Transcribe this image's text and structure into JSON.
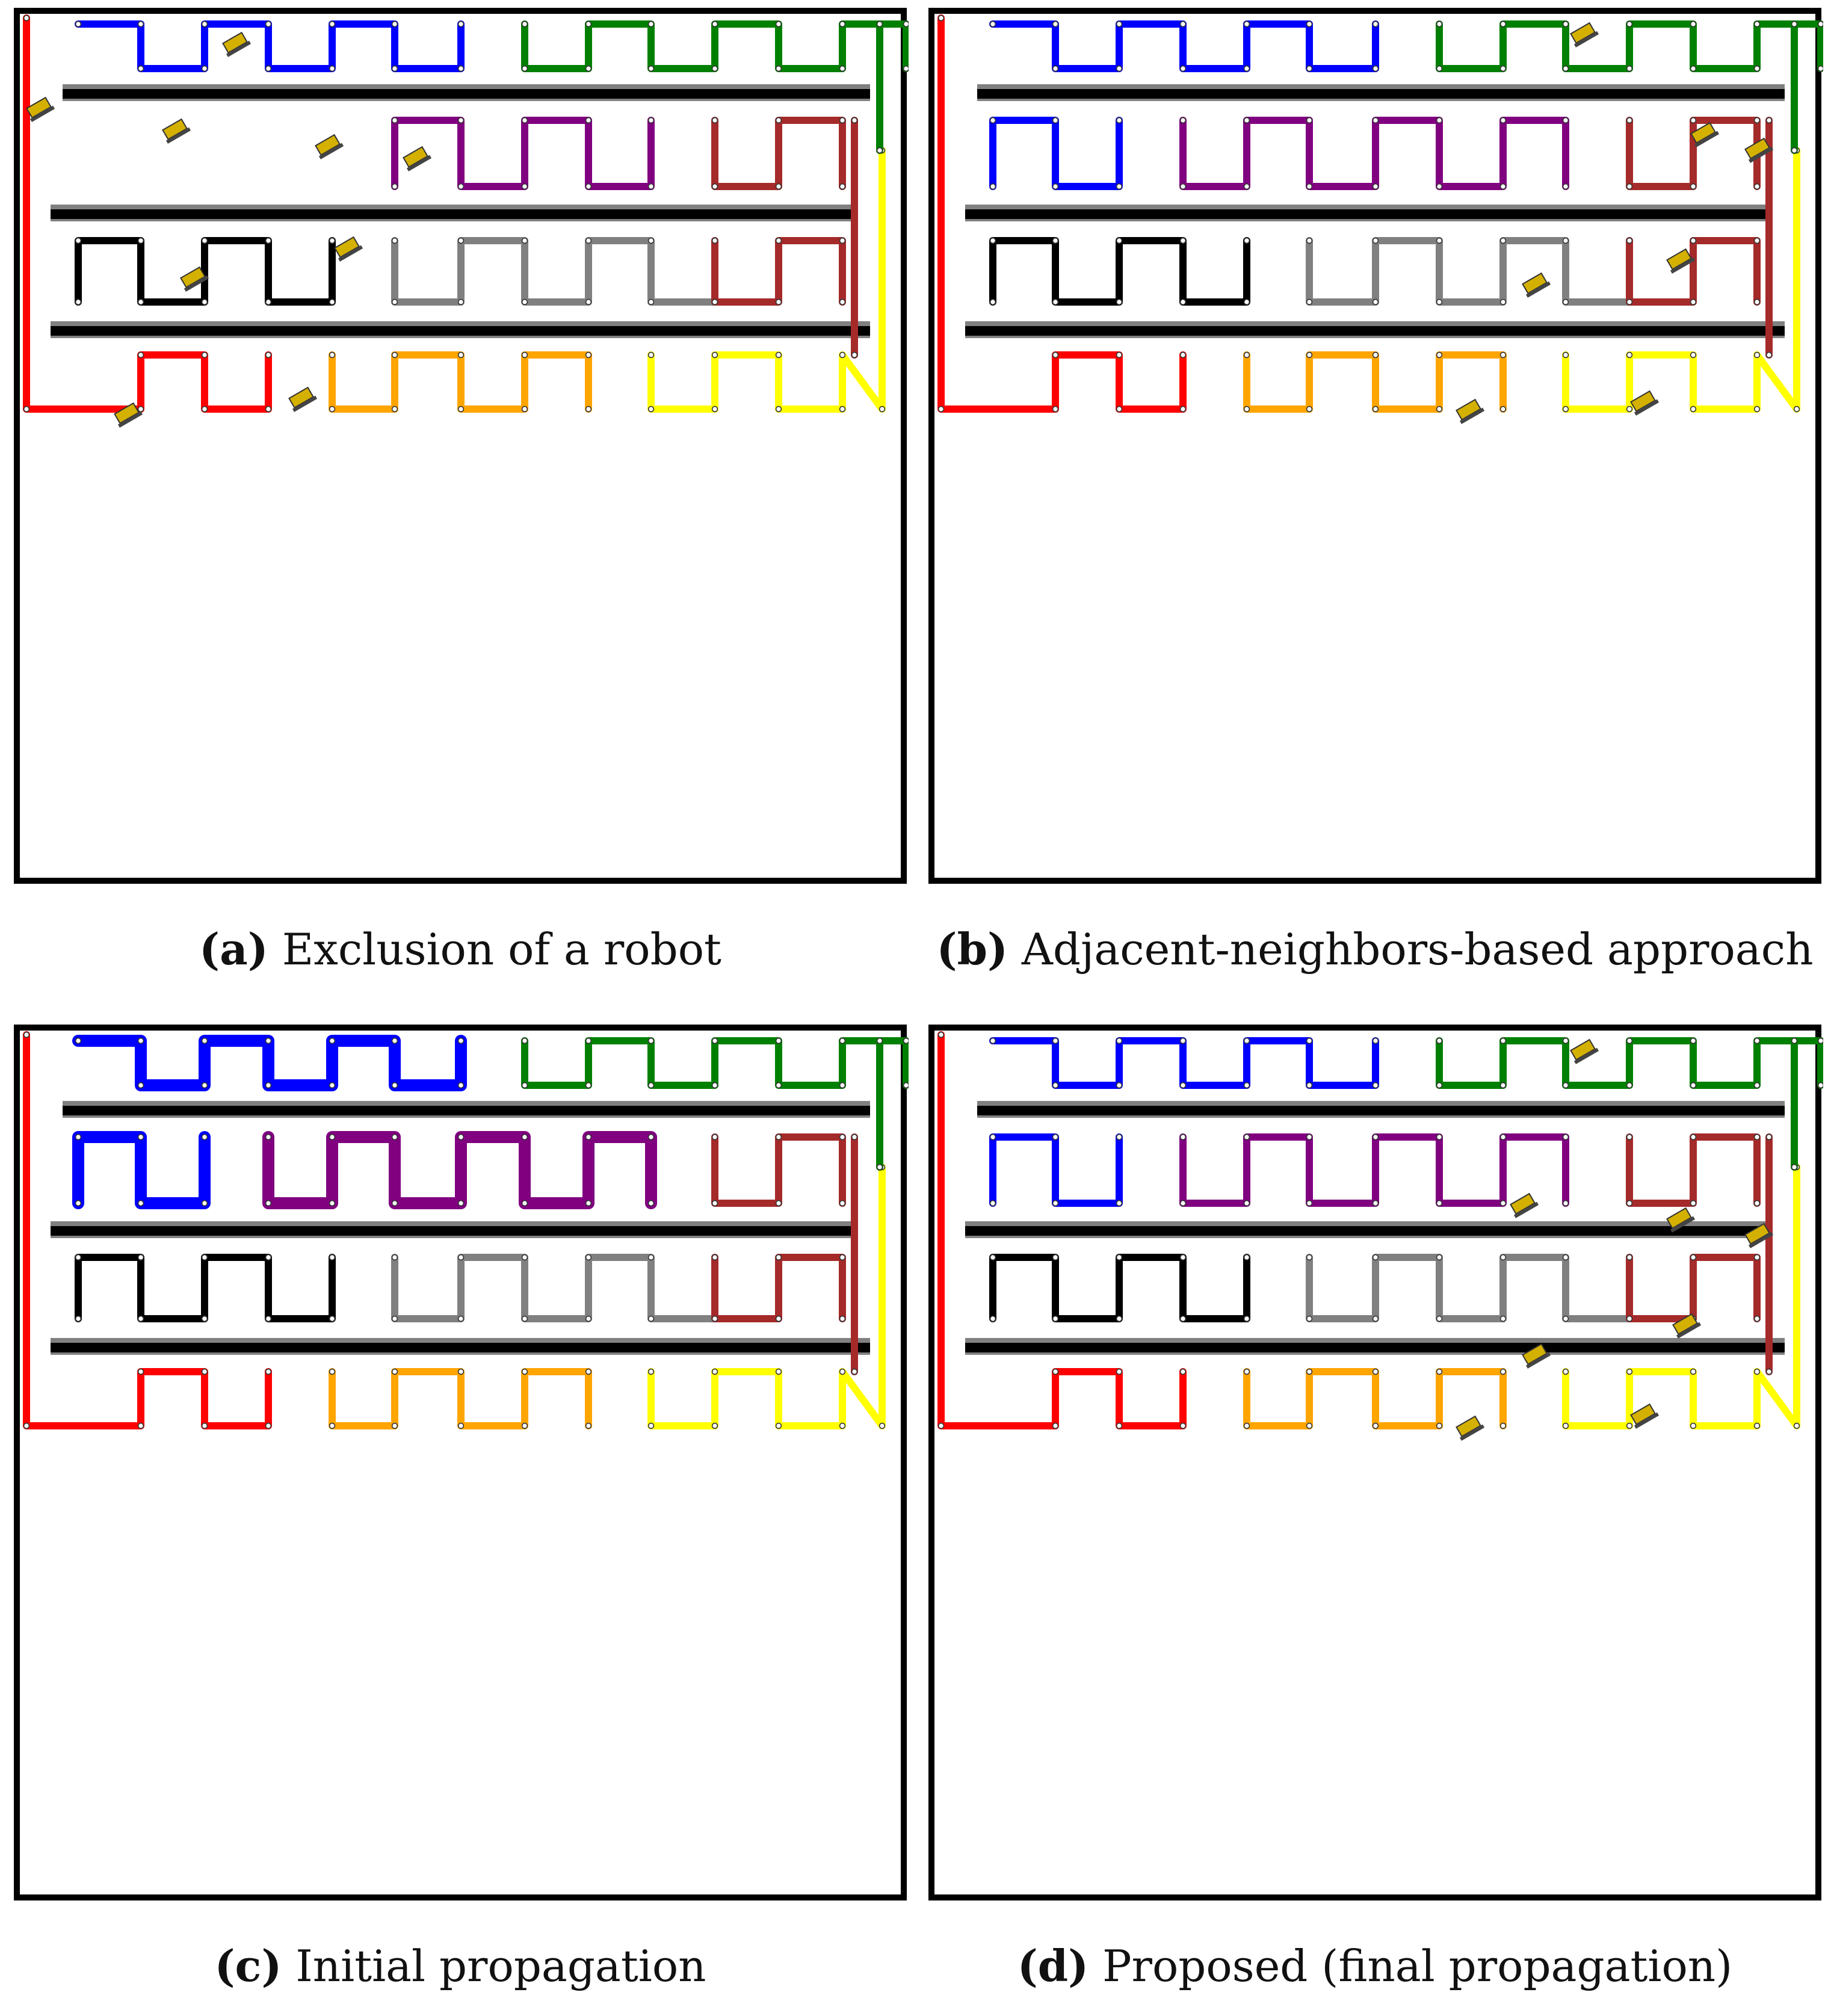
{
  "colors": {
    "blue": "#0000ff",
    "green": "#008000",
    "purple": "#800080",
    "brown": "#a52a2a",
    "black": "#000000",
    "gray": "#808080",
    "red": "#ff0000",
    "orange": "#ffa500",
    "yellow": "#ffff00",
    "wall": "#000000",
    "wall_shadow": "#808080",
    "robot": "#d4b000"
  },
  "panels": [
    {
      "id": "a",
      "label": "(a)",
      "caption": "Exclusion of a robot"
    },
    {
      "id": "b",
      "label": "(b)",
      "caption": "Adjacent-neighbors-based approach"
    },
    {
      "id": "c",
      "label": "(c)",
      "caption": "Initial propagation"
    },
    {
      "id": "d",
      "label": "(d)",
      "caption": "Proposed (final propagation)"
    }
  ]
}
